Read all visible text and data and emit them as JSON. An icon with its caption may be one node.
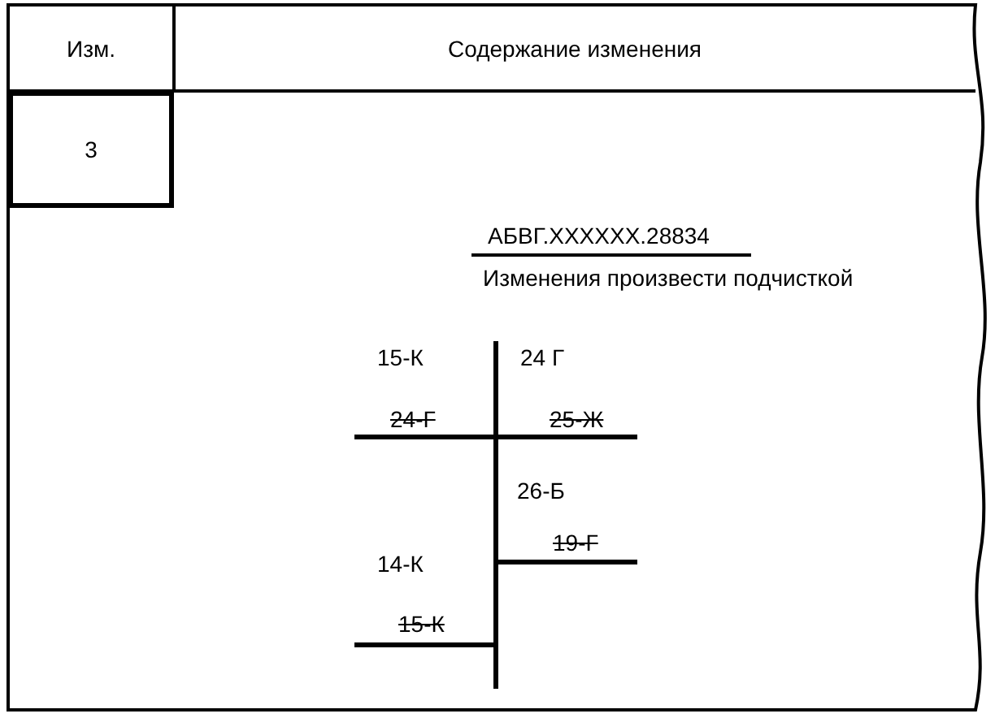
{
  "diagram": {
    "labels": [
      "Изм.",
      "Содержание изменения",
      "3",
      "АБВГ.XXXXXX.28834",
      "Изменения произвести подчисткой",
      "15-К",
      "24 Г",
      "24-Г",
      "25-Ж",
      "26-Б",
      "19-Г",
      "14-К",
      "15-К"
    ]
  }
}
